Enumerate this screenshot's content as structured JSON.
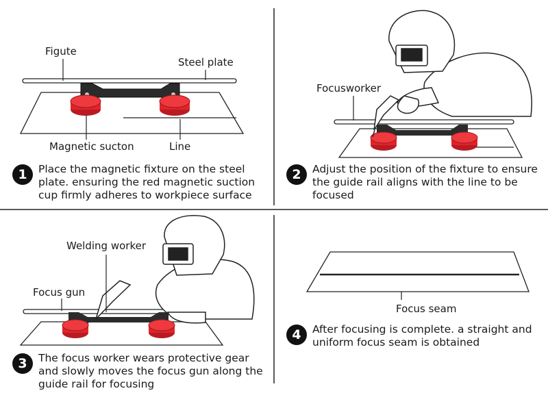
{
  "panel1": {
    "labels": {
      "figute": "Figute",
      "steel_plate": "Steel plate",
      "magnetic_suction": "Magnetic sucton",
      "line": "Line"
    },
    "step": {
      "number": "1",
      "text": "Place the magnetic fixture on the steel plate. ensuring the red magnetic suction cup firmly adheres to workpiece surface"
    }
  },
  "panel2": {
    "labels": {
      "focus_worker": "Focusworker"
    },
    "step": {
      "number": "2",
      "text": "Adjust the position of the fixture to ensure the guide rail aligns with the line to be focused"
    }
  },
  "panel3": {
    "labels": {
      "welding_worker": "Welding worker",
      "focus_gun": "Focus gun"
    },
    "step": {
      "number": "3",
      "text": "The focus worker wears protective gear and slowly moves the focus gun along the guide rail for focusing"
    }
  },
  "panel4": {
    "labels": {
      "focus_seam": "Focus seam"
    },
    "step": {
      "number": "4",
      "text": "After focusing is complete. a straight and uniform focus seam is obtained"
    }
  },
  "colors": {
    "magnet_red": "#e0242a",
    "ink": "#1a1a1a",
    "fixture": "#2b2b2b"
  }
}
